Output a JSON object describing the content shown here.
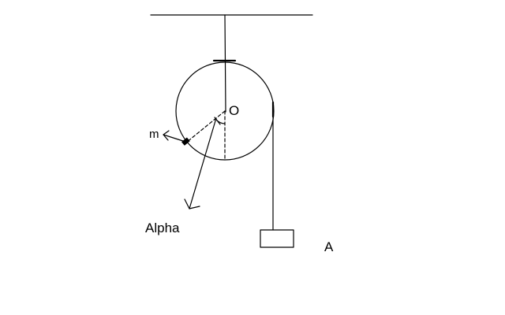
{
  "labels": {
    "center": "O",
    "mass": "m",
    "angle": "Alpha",
    "hanging_block": "A"
  },
  "colors": {
    "ink": "#000000",
    "background": "#ffffff"
  }
}
